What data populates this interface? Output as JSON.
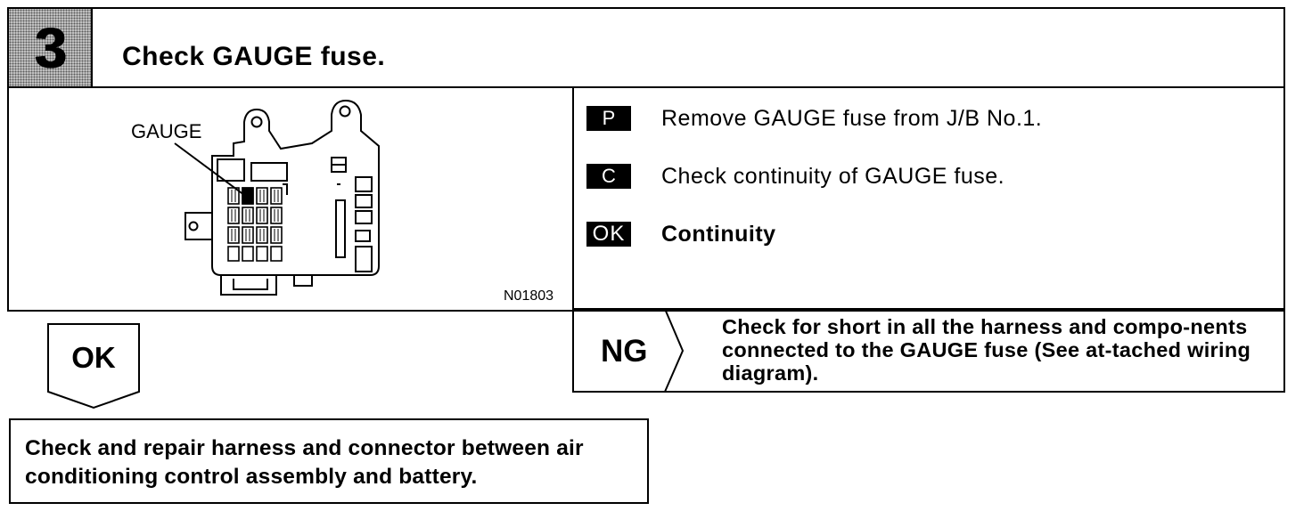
{
  "step": {
    "number": "3",
    "title": "Check GAUGE fuse."
  },
  "diagram": {
    "label": "GAUGE",
    "code": "N01803"
  },
  "procedure": [
    {
      "tag": "P",
      "text": "Remove GAUGE fuse from J/B No.1."
    },
    {
      "tag": "C",
      "text": "Check continuity of GAUGE fuse."
    },
    {
      "tag": "OK",
      "text": "Continuity"
    }
  ],
  "ng": {
    "label": "NG",
    "text": "Check for short in all the harness and compo-nents connected to the GAUGE fuse (See at-tached wiring diagram)."
  },
  "ok": {
    "label": "OK",
    "action": "Check and repair harness and connector between air conditioning control assembly and battery."
  }
}
